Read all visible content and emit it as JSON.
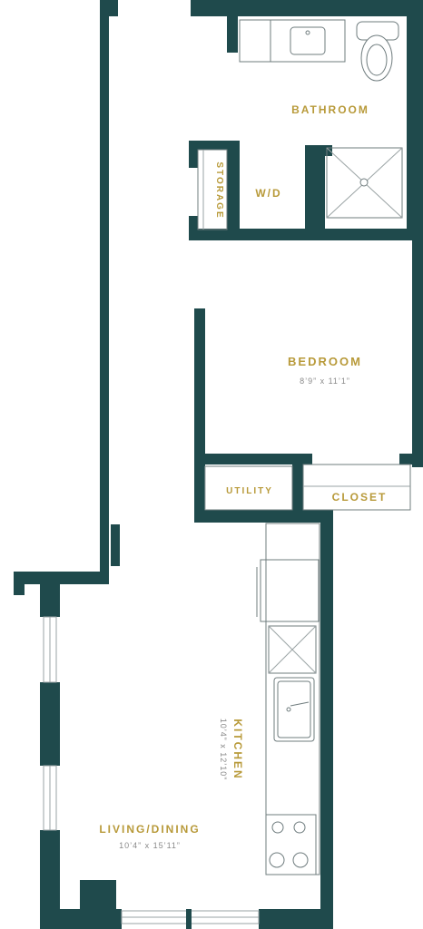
{
  "colors": {
    "wall": "#1f4a4c",
    "label": "#b89a3a",
    "dimension": "#8a8a8a"
  },
  "rooms": {
    "bathroom": {
      "label": "BATHROOM"
    },
    "storage": {
      "label": "STORAGE"
    },
    "wd": {
      "label": "W/D"
    },
    "bedroom": {
      "label": "BEDROOM",
      "dims": "8’9” x 11’1”"
    },
    "utility": {
      "label": "UTILITY"
    },
    "closet": {
      "label": "CLOSET"
    },
    "kitchen": {
      "label": "KITCHEN",
      "dims": "10’4” x 12’10”"
    },
    "living": {
      "label": "LIVING/DINING",
      "dims": "10’4” x 15’11”"
    }
  }
}
